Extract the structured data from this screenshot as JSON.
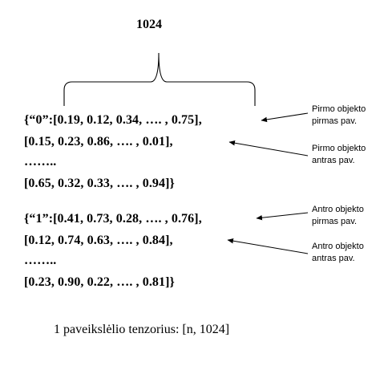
{
  "diagram": {
    "dimension_label": "1024",
    "tensor": {
      "object0": {
        "row_first": "{“0”:[0.19, 0.12, 0.34, …. , 0.75],",
        "row_second": "[0.15, 0.23, 0.86, …. , 0.01],",
        "ellipsis": "……..",
        "row_last": "[0.65, 0.32, 0.33, …. , 0.94]}"
      },
      "object1": {
        "row_first": "{“1”:[0.41, 0.73, 0.28, …. , 0.76],",
        "row_second": "[0.12, 0.74, 0.63, …. , 0.84],",
        "ellipsis": "……..",
        "row_last": "[0.23, 0.90, 0.22, …. , 0.81]}"
      }
    },
    "annotations": {
      "obj0_img1": [
        "Pirmo objekto",
        "pirmas pav."
      ],
      "obj0_img2": [
        "Pirmo objekto",
        "antras pav."
      ],
      "obj1_img1": [
        "Antro objekto",
        "pirmas pav."
      ],
      "obj1_img2": [
        "Antro objekto",
        "antras pav."
      ]
    },
    "caption": "1 paveikslėlio tenzorius: [n, 1024]"
  }
}
